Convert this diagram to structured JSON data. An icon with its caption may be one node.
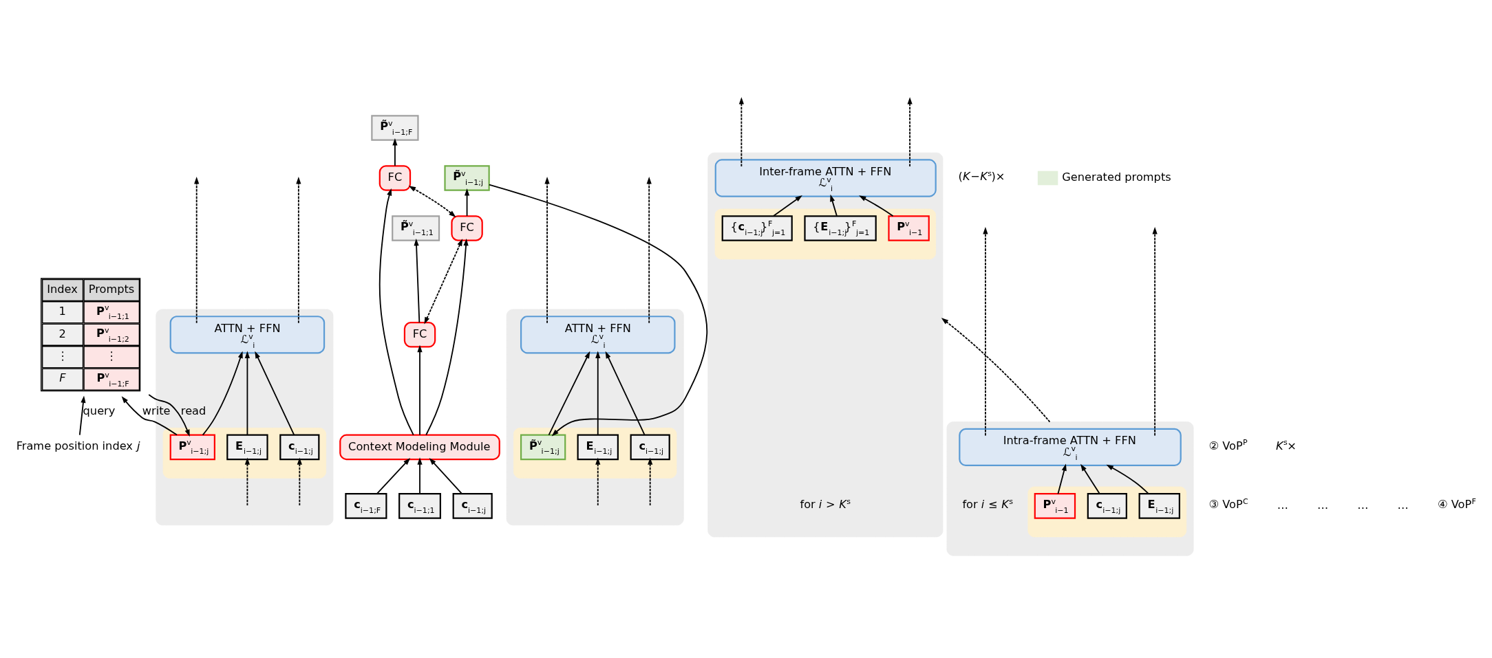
{
  "diagram": {
    "nodes": [
      {
        "text": [],
        "shape": "box"
      },
      {
        "text": [
          "ATTN + FFN",
          "*ℒ*$^{v}$$_{i}$"
        ],
        "in": 0
      },
      {
        "text": [],
        "shape": "box",
        "in": 0
      },
      {
        "text": [
          "**c**$_{i−1;j}$"
        ],
        "in": 2
      },
      {
        "text": [
          "**E**$_{i−1;j}$"
        ],
        "in": 2
      },
      {
        "text": [
          "**P**$^{v}$$_{i−1;j}$"
        ],
        "in": 2
      },
      {
        "text": [
          "Index",
          "Prompts",
          "1",
          "**P**$^{v}$$_{i−1;1}$",
          "2",
          "**P**$^{v}$$_{i−1;2}$",
          "⋮",
          "⋮",
          "*F*",
          "**P**$^{v}$$_{i−1;F}$"
        ]
      },
      {
        "text": [
          "Frame position index *j*"
        ]
      },
      {
        "text": [],
        "shape": "box"
      },
      {
        "text": [
          "ATTN + FFN",
          "*ℒ*$^{v}$$_{i}$"
        ],
        "in": 8
      },
      {
        "text": [],
        "shape": "box",
        "in": 8
      },
      {
        "text": [
          "**c**$_{i−1;j}$"
        ],
        "in": 10
      },
      {
        "text": [
          "**E**$_{i−1;j}$"
        ],
        "in": 10
      },
      {
        "text": [
          "**P̃**$^{v}$$_{i−1;j}$"
        ],
        "in": 10
      },
      {
        "text": [
          "**P̃**$^{v}$$_{i−1;1}$"
        ]
      },
      {
        "text": [
          "**P̃**$^{v}$$_{i−1;j}$"
        ]
      },
      {
        "text": [
          "**P̃**$^{v}$$_{i−1;F}$"
        ]
      },
      {
        "text": [
          "FC"
        ]
      },
      {
        "text": [
          "FC"
        ]
      },
      {
        "text": [
          "FC"
        ]
      },
      {
        "text": [
          "Context Modeling Module"
        ]
      },
      {
        "text": [
          "**c**$_{i−1;1}$"
        ]
      },
      {
        "text": [
          "**c**$_{i−1;j}$"
        ]
      },
      {
        "text": [
          "**c**$_{i−1;F}$"
        ]
      },
      {
        "text": [],
        "shape": "box",
        "beside": [
          "for *i* > *K*$^{s}$"
        ]
      },
      {
        "text": [
          "Inter-frame ATTN + FFN",
          "*ℒ*$^{v}$$_{i}$"
        ],
        "in": 24
      },
      {
        "text": [],
        "shape": "box",
        "in": 24
      },
      {
        "text": [
          "{**c**$_{i−1;j}$}$^{F}$$_{j=1}$"
        ],
        "in": 26
      },
      {
        "text": [
          "{**E**$_{i−1;j}$}$^{F}$$_{j=1}$"
        ],
        "in": 26
      },
      {
        "text": [
          "**P**$^{v}$$_{i−1}$"
        ],
        "in": 26
      },
      {
        "text": [],
        "shape": "box",
        "beside": [
          "for *i* ≤ *K*$^{s}$"
        ]
      },
      {
        "text": [
          "Intra-frame ATTN + FFN",
          "*ℒ*$^{v}$$_{i}$"
        ],
        "in": 30
      },
      {
        "text": [],
        "shape": "box",
        "in": 30
      },
      {
        "text": [
          "**c**$_{i−1;j}$"
        ],
        "in": 32
      },
      {
        "text": [
          "**E**$_{i−1;j}$"
        ],
        "in": 32
      },
      {
        "text": [
          "**P**$^{v}$$_{i−1}$"
        ],
        "in": 32
      }
    ],
    "edges": [
      {
        "from": null,
        "to": 3,
        "arrow": "to",
        "style": "dashed"
      },
      {
        "from": null,
        "to": 4,
        "arrow": "to",
        "style": "dashed"
      },
      {
        "from": 3,
        "to": 1,
        "arrow": "to"
      },
      {
        "from": 4,
        "to": 1,
        "arrow": "to"
      },
      {
        "from": 5,
        "to": 1,
        "arrow": "to"
      },
      {
        "from": 1,
        "to": null,
        "arrow": "to",
        "style": "dashed"
      },
      {
        "from": 1,
        "to": null,
        "arrow": "to",
        "style": "dashed"
      },
      {
        "from": 5,
        "to": 6,
        "arrow": "to",
        "label": "write"
      },
      {
        "from": 6,
        "to": 5,
        "arrow": "to",
        "label": "read"
      },
      {
        "from": 7,
        "to": 6,
        "arrow": "to",
        "label": "query"
      },
      {
        "from": null,
        "to": 11,
        "arrow": "to",
        "style": "dashed"
      },
      {
        "from": null,
        "to": 12,
        "arrow": "to",
        "style": "dashed"
      },
      {
        "from": 11,
        "to": 9,
        "arrow": "to"
      },
      {
        "from": 12,
        "to": 9,
        "arrow": "to"
      },
      {
        "from": 13,
        "to": 9,
        "arrow": "to"
      },
      {
        "from": 9,
        "to": null,
        "arrow": "to",
        "style": "dashed"
      },
      {
        "from": 9,
        "to": null,
        "arrow": "to",
        "style": "dashed"
      },
      {
        "from": 21,
        "to": 20,
        "arrow": "to"
      },
      {
        "from": 22,
        "to": 20,
        "arrow": "to"
      },
      {
        "from": 23,
        "to": 20,
        "arrow": "to"
      },
      {
        "from": 20,
        "to": 17,
        "arrow": "to"
      },
      {
        "from": 20,
        "to": 18,
        "arrow": "to"
      },
      {
        "from": 20,
        "to": 19,
        "arrow": "to"
      },
      {
        "from": 17,
        "to": 18,
        "arrow": "both",
        "style": "dashed"
      },
      {
        "from": 18,
        "to": 19,
        "arrow": "both",
        "style": "dashed"
      },
      {
        "from": 17,
        "to": 14,
        "arrow": "to"
      },
      {
        "from": 18,
        "to": 15,
        "arrow": "to"
      },
      {
        "from": 19,
        "to": 16,
        "arrow": "to"
      },
      {
        "from": 15,
        "to": 13,
        "arrow": "to"
      },
      {
        "from": 27,
        "to": 25,
        "arrow": "to"
      },
      {
        "from": 28,
        "to": 25,
        "arrow": "to"
      },
      {
        "from": 29,
        "to": 25,
        "arrow": "to"
      },
      {
        "from": 25,
        "to": null,
        "arrow": "to",
        "style": "dashed"
      },
      {
        "from": 25,
        "to": null,
        "arrow": "to",
        "style": "dashed"
      },
      {
        "from": 33,
        "to": 31,
        "arrow": "to"
      },
      {
        "from": 34,
        "to": 31,
        "arrow": "to"
      },
      {
        "from": 35,
        "to": 31,
        "arrow": "to"
      },
      {
        "from": 31,
        "to": null,
        "arrow": "to",
        "style": "dashed"
      },
      {
        "from": 31,
        "to": null,
        "arrow": "to",
        "style": "dashed"
      },
      {
        "from": 30,
        "to": 24,
        "arrow": "to",
        "style": "dashed"
      }
    ],
    "labels": [
      "② VoP$^{P}$",
      "③ VoP$^{C}$",
      "…",
      "…",
      "…",
      "…",
      "(*K*−*K*$^{s}$)×",
      "*K*$^{s}$×",
      "④ VoP$^{F}$"
    ],
    "legend": [
      {
        "text": "Generated prompts",
        "color": "#e2efda"
      }
    ]
  }
}
